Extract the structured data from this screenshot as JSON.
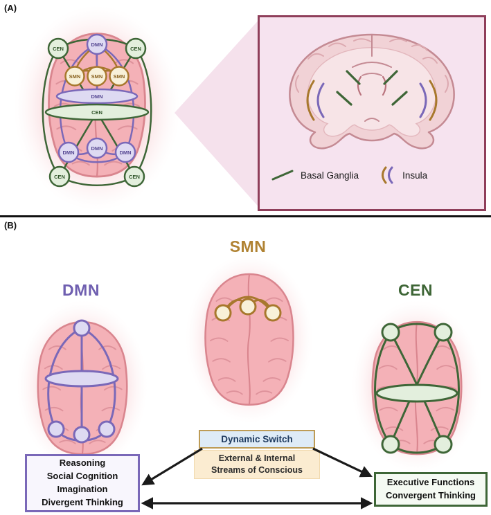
{
  "figure": {
    "panelA": {
      "label": "(A)",
      "node_labels": {
        "cen": "CEN",
        "dmn": "DMN",
        "smn": "SMN"
      },
      "legend": {
        "basal_ganglia": "Basal Ganglia",
        "insula": "Insula"
      }
    },
    "panelB": {
      "label": "(B)",
      "titles": {
        "dmn": "DMN",
        "smn": "SMN",
        "cen": "CEN"
      },
      "boxes": {
        "dynamic_switch": "Dynamic Switch",
        "streams_line1": "External & Internal",
        "streams_line2": "Streams of Conscious",
        "dmn_functions": [
          "Reasoning",
          "Social Cognition",
          "Imagination",
          "Divergent Thinking"
        ],
        "cen_functions": [
          "Executive Functions",
          "Convergent Thinking"
        ]
      }
    },
    "colors": {
      "dmn": "#6F5FB0",
      "smn": "#B08232",
      "cen": "#3D6535",
      "inset_border": "#8F3E5A",
      "arrow": "#1a1a1a"
    }
  }
}
